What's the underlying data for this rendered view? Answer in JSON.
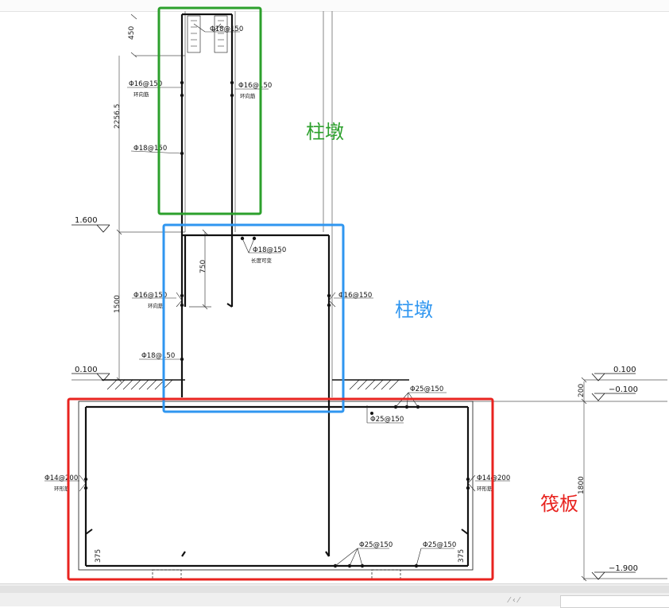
{
  "labels": {
    "upper_pier": "柱墩",
    "lower_pier": "柱墩",
    "raft": "筏板"
  },
  "colors": {
    "upper_pier": "#2ca02c",
    "lower_pier": "#2f96f0",
    "raft": "#e8231f",
    "line": "#1a1a1a"
  },
  "rebar": {
    "top_stub": "Φ18@150",
    "upper_ring_left": "Φ16@150",
    "upper_ring_left_note": "环向筋",
    "upper_ring_right": "Φ16@150",
    "upper_ring_right_note": "环向筋",
    "upper_vertical": "Φ18@150",
    "lower_bar": "Φ18@150",
    "lower_bar_note": "长度可变",
    "lower_ring_left": "Φ16@150",
    "lower_ring_left_note": "环向筋",
    "lower_ring_right": "Φ16@150",
    "lower_vertical": "Φ18@150",
    "raft_top_1": "Φ25@150",
    "raft_top_2": "Φ25@150",
    "raft_side_left": "Φ14@200",
    "raft_side_left_note": "环形筋",
    "raft_side_right": "Φ14@200",
    "raft_side_right_note": "环形筋",
    "raft_bottom_1": "Φ25@150",
    "raft_bottom_2": "Φ25@150"
  },
  "dimensions": {
    "d450": "450",
    "d2256": "2256.5",
    "d750": "750",
    "d1500": "1500",
    "d200": "200",
    "d1800": "1800",
    "d375_left": "375",
    "d375_right": "375"
  },
  "elevations": {
    "e1600": "1.600",
    "e0100_left": "0.100",
    "e0100_right": "0.100",
    "em0100": "−0.100",
    "em1900": "−1.900"
  },
  "statusbar": {
    "marks": "⁄ ‹   ⁄"
  }
}
